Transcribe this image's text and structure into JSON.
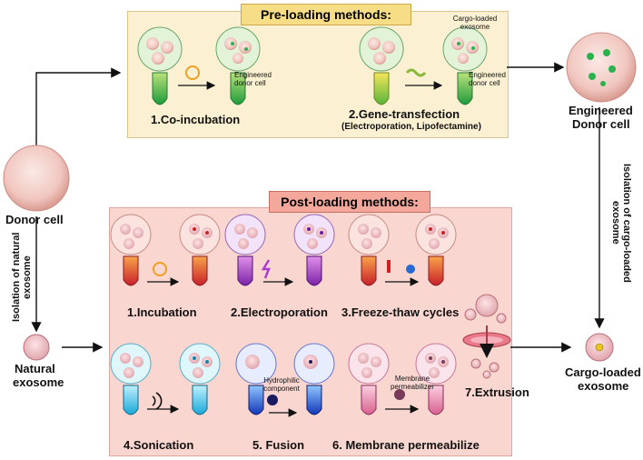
{
  "pre_loading": {
    "title": "Pre-loading methods:",
    "method1": "1.Co-incubation",
    "method1_note": "Engineered donor cell",
    "method2": "2.Gene-transfection",
    "method2_sub": "(Electroporation, Lipofectamine)",
    "method2_note_top": "Cargo-loaded exosome",
    "method2_note": "Engineered donor cell"
  },
  "post_loading": {
    "title": "Post-loading methods:",
    "m1": "1.Incubation",
    "m2": "2.Electroporation",
    "m3": "3.Freeze-thaw cycles",
    "m4": "4.Sonication",
    "m5": "5. Fusion",
    "m5_note": "Hydrophilic component",
    "m6": "6. Membrane permeabilize",
    "m6_note": "Membrane permeabilizer",
    "m7": "7.Extrusion"
  },
  "nodes": {
    "donor": "Donor cell",
    "natural_1": "Natural",
    "natural_2": "exosome",
    "engineered_1": "Engineered",
    "engineered_2": "Donor cell",
    "cargo_1": "Cargo-loaded",
    "cargo_2": "exosome"
  },
  "edges": {
    "isolation_natural": "Isolation of natural exosome",
    "isolation_cargo": "Isolation of cargo-loaded exosome"
  },
  "colors": {
    "pre_panel": "#fbf1d2",
    "post_panel": "#f9d6d0",
    "pre_title": "#f7dd86",
    "post_title": "#f3a89b",
    "cell_pink": "#f1c7c0",
    "cargo_green": "#2bb24c"
  }
}
